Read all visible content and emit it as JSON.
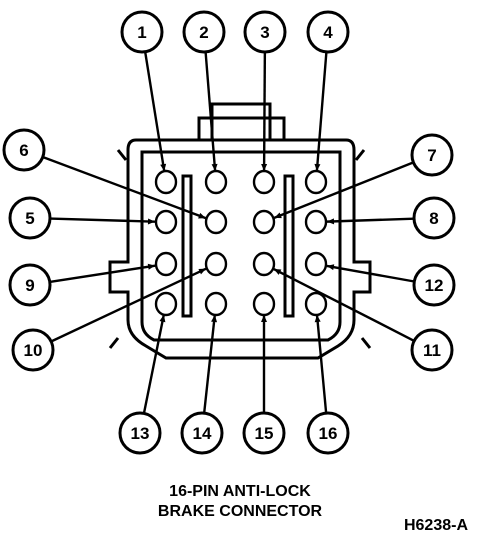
{
  "caption": {
    "line1": "16-PIN ANTI-LOCK",
    "line2": "BRAKE CONNECTOR"
  },
  "figure_id": "H6238-A",
  "pins": [
    {
      "id": "p1",
      "label": "1"
    },
    {
      "id": "p2",
      "label": "2"
    },
    {
      "id": "p3",
      "label": "3"
    },
    {
      "id": "p4",
      "label": "4"
    },
    {
      "id": "p5",
      "label": "5"
    },
    {
      "id": "p6",
      "label": "6"
    },
    {
      "id": "p7",
      "label": "7"
    },
    {
      "id": "p8",
      "label": "8"
    },
    {
      "id": "p9",
      "label": "9"
    },
    {
      "id": "p10",
      "label": "10"
    },
    {
      "id": "p11",
      "label": "11"
    },
    {
      "id": "p12",
      "label": "12"
    },
    {
      "id": "p13",
      "label": "13"
    },
    {
      "id": "p14",
      "label": "14"
    },
    {
      "id": "p15",
      "label": "15"
    },
    {
      "id": "p16",
      "label": "16"
    }
  ]
}
